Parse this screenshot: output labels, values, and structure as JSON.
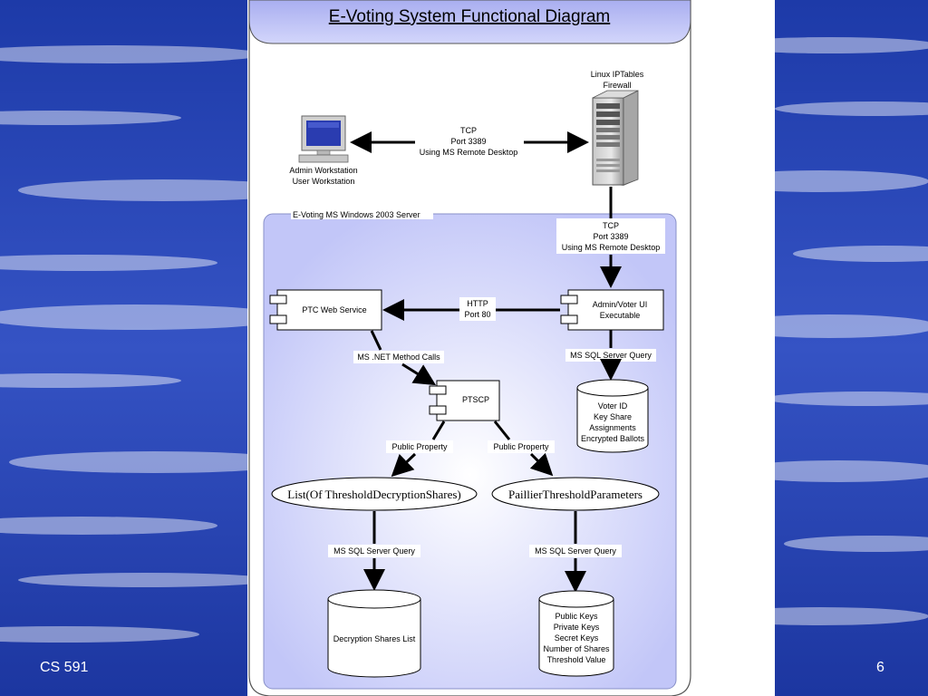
{
  "slide": {
    "title": "E-Voting System Functional Diagram",
    "course": "CS 591",
    "page_number": "6",
    "colors": {
      "side_blue": "#2a46b8",
      "title_band": "#b8bcf0",
      "server_region": "#c7cbf9"
    }
  },
  "diagram": {
    "firewall": {
      "label_line1": "Linux IPTables",
      "label_line2": "Firewall",
      "icon": "server-tower-icon"
    },
    "workstation": {
      "label_line1": "Admin Workstation",
      "label_line2": "User Workstation",
      "icon": "computer-monitor-icon"
    },
    "edge_workstation_firewall": {
      "line1": "TCP",
      "line2": "Port 3389",
      "line3": "Using MS Remote Desktop"
    },
    "server_region": {
      "label": "E-Voting MS Windows 2003 Server"
    },
    "edge_firewall_ui": {
      "line1": "TCP",
      "line2": "Port 3389",
      "line3": "Using MS Remote Desktop"
    },
    "admin_voter_ui": {
      "line1": "Admin/Voter UI",
      "line2": "Executable"
    },
    "ptc_web_service": {
      "label": "PTC Web Service"
    },
    "edge_ui_ptc": {
      "line1": "HTTP",
      "line2": "Port 80"
    },
    "edge_ui_db": {
      "label": "MS SQL Server Query"
    },
    "voter_db": {
      "line1": "Voter ID",
      "line2": "Key Share",
      "line3": "Assignments",
      "line4": "Encrypted Ballots"
    },
    "edge_ptc_ptscp": {
      "label": "MS .NET Method Calls"
    },
    "ptscp": {
      "label": "PTSCP"
    },
    "edge_ptscp_list": {
      "label": "Public Property"
    },
    "edge_ptscp_params": {
      "label": "Public Property"
    },
    "list_shares": {
      "label": "List(Of ThresholdDecryptionShares)"
    },
    "paillier_params": {
      "label": "PaillierThresholdParameters"
    },
    "edge_list_db": {
      "label": "MS SQL Server Query"
    },
    "edge_params_db": {
      "label": "MS SQL Server Query"
    },
    "shares_db": {
      "label": "Decryption Shares List"
    },
    "keys_db": {
      "line1": "Public Keys",
      "line2": "Private Keys",
      "line3": "Secret Keys",
      "line4": "Number of Shares",
      "line5": "Threshold Value"
    }
  }
}
